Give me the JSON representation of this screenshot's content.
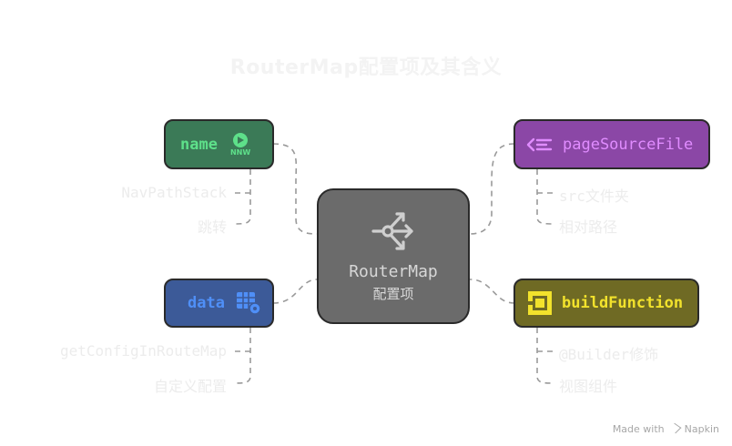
{
  "title": "RouterMap配置项及其含义",
  "center": {
    "title": "RouterMap",
    "subtitle": "配置项",
    "icon": "share-routing-icon"
  },
  "nodes": {
    "name": {
      "label": "name",
      "icon": "nnw-badge-icon",
      "icon_text": "NNW",
      "color": "#3b7a57",
      "text_color": "#5ee08a",
      "items": [
        "NavPathStack",
        "跳转"
      ]
    },
    "data": {
      "label": "data",
      "icon": "table-settings-icon",
      "color": "#3c5a98",
      "text_color": "#4f8ff7",
      "items": [
        "getConfigInRouteMap",
        "自定义配置"
      ]
    },
    "pageSourceFile": {
      "label": "pageSourceFile",
      "icon": "code-arrow-icon",
      "color": "#8b47a6",
      "text_color": "#e08cff",
      "items": [
        "src文件夹",
        "相对路径"
      ]
    },
    "buildFunction": {
      "label": "buildFunction",
      "icon": "builder-square-icon",
      "color": "#6f6a24",
      "text_color": "#f2e22c",
      "items": [
        "@Builder修饰",
        "视图组件"
      ]
    }
  },
  "footer": {
    "made_with": "Made with",
    "brand": "Napkin"
  }
}
